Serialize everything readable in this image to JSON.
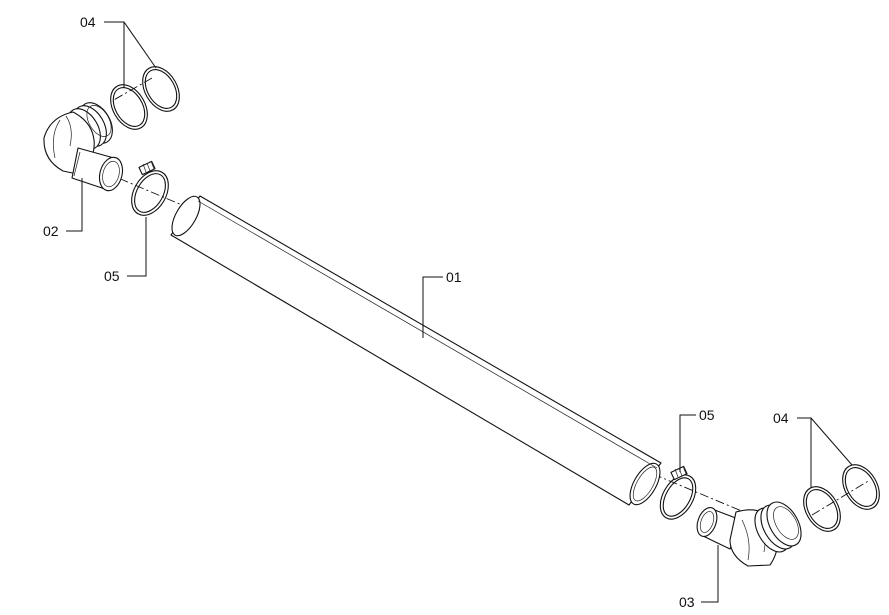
{
  "parts": [
    {
      "id": "p01",
      "label": "01",
      "name": "pipe"
    },
    {
      "id": "p02",
      "label": "02",
      "name": "elbow-fitting-top"
    },
    {
      "id": "p03",
      "label": "03",
      "name": "elbow-fitting-bottom"
    },
    {
      "id": "p04a",
      "label": "04",
      "name": "seal-rings-top"
    },
    {
      "id": "p04b",
      "label": "04",
      "name": "seal-rings-bottom"
    },
    {
      "id": "p05a",
      "label": "05",
      "name": "hose-clamp-top"
    },
    {
      "id": "p05b",
      "label": "05",
      "name": "hose-clamp-bottom"
    }
  ]
}
